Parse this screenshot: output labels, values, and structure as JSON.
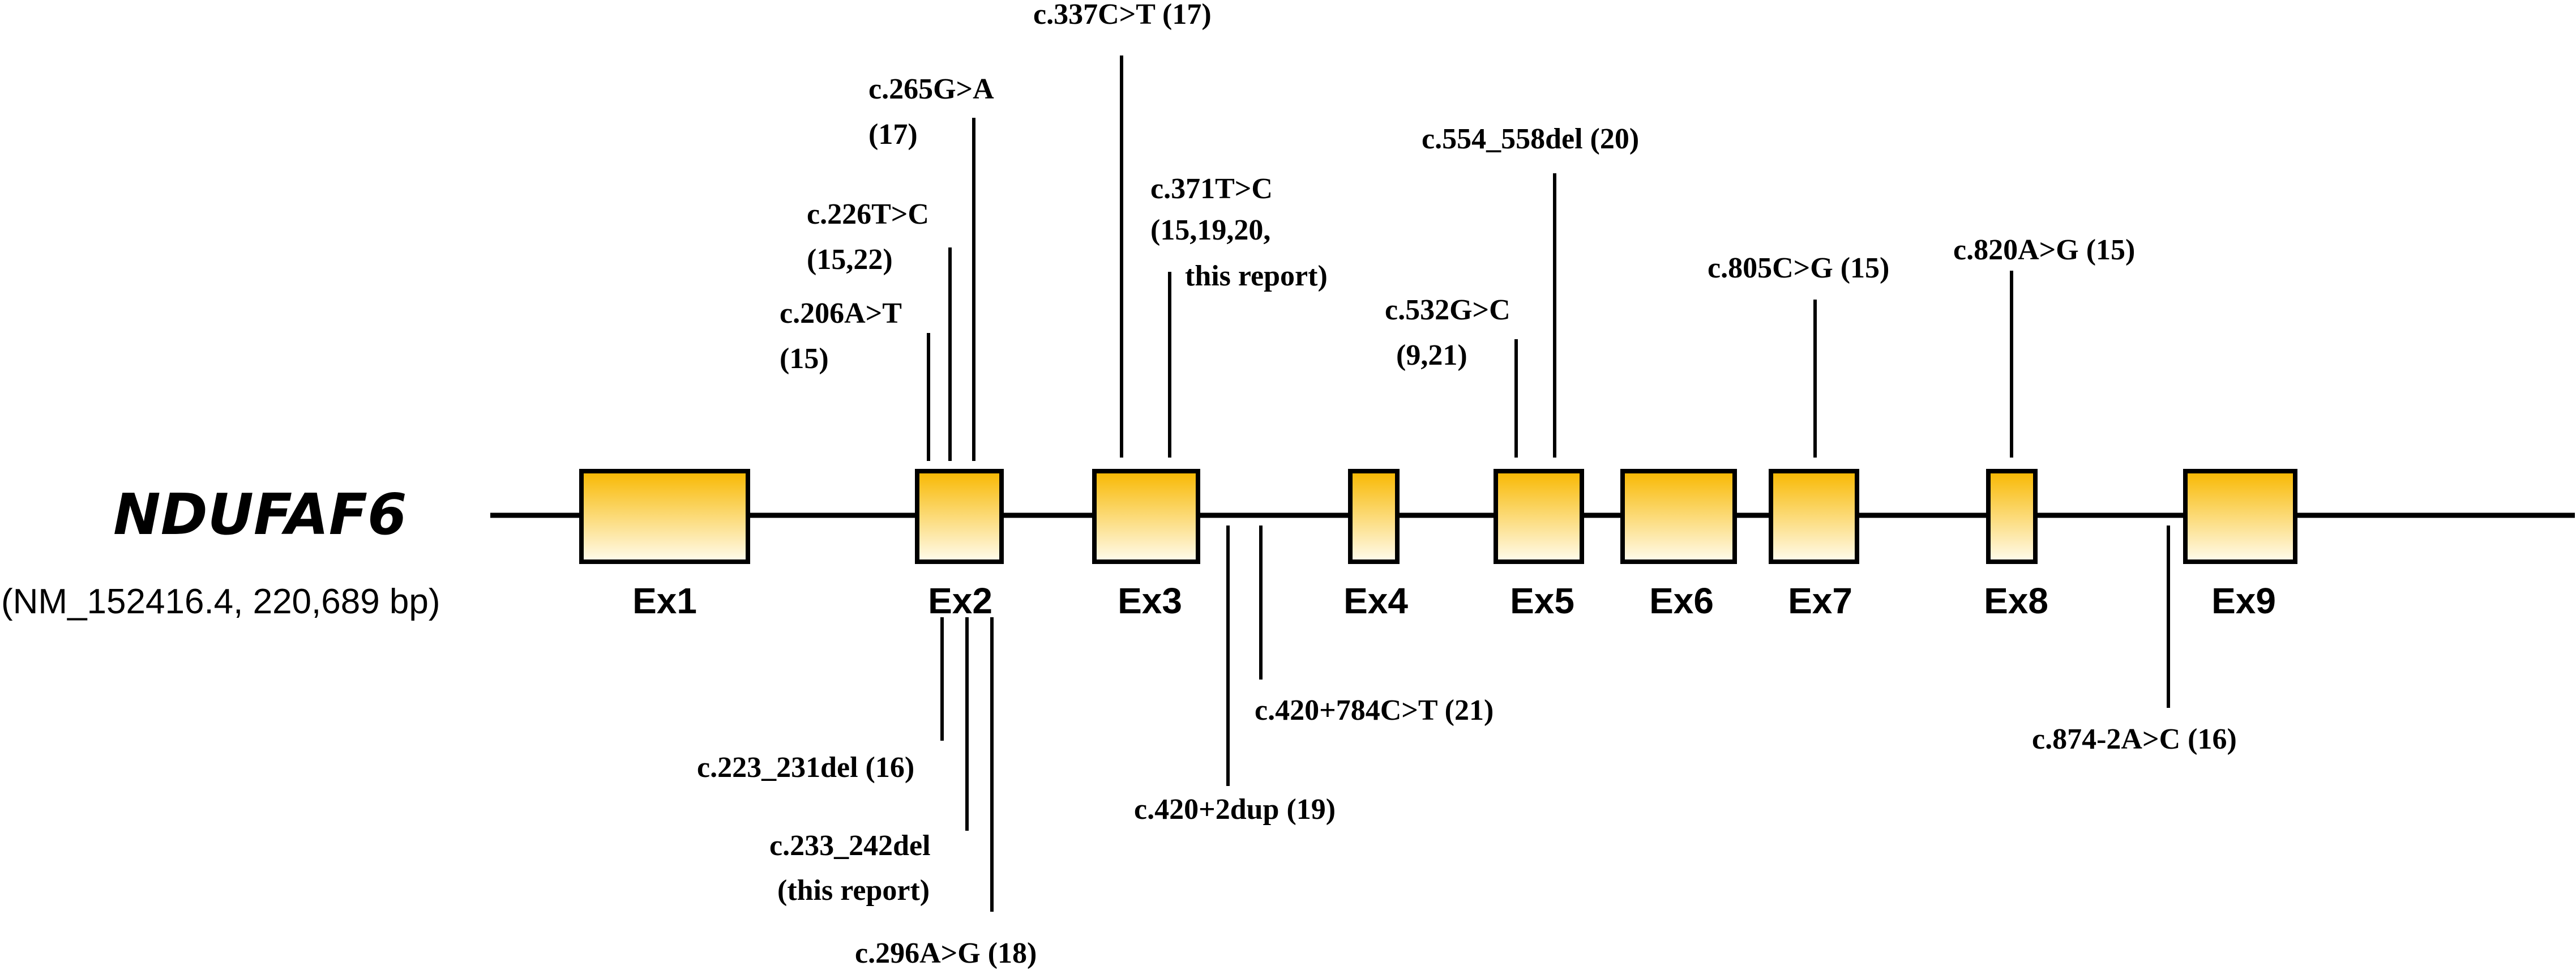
{
  "gene": {
    "name": "NDUFAF6",
    "accession": "(NM_152416.4, 220,689 bp)"
  },
  "exons": [
    "Ex1",
    "Ex2",
    "Ex3",
    "Ex4",
    "Ex5",
    "Ex6",
    "Ex7",
    "Ex8",
    "Ex9"
  ],
  "variants_above": [
    {
      "id": "v206",
      "lines": [
        "c.206A>T",
        "(15)"
      ]
    },
    {
      "id": "v226",
      "lines": [
        "c.226T>C",
        "(15,22)"
      ]
    },
    {
      "id": "v265",
      "lines": [
        "c.265G>A",
        "(17)"
      ]
    },
    {
      "id": "v337",
      "lines": [
        "c.337C>T (17)"
      ]
    },
    {
      "id": "v371",
      "lines": [
        "c.371T>C",
        "(15,19,20,",
        "this report)"
      ]
    },
    {
      "id": "v532",
      "lines": [
        "c.532G>C",
        "(9,21)"
      ]
    },
    {
      "id": "v554",
      "lines": [
        "c.554_558del (20)"
      ]
    },
    {
      "id": "v805",
      "lines": [
        "c.805C>G (15)"
      ]
    },
    {
      "id": "v820",
      "lines": [
        "c.820A>G (15)"
      ]
    }
  ],
  "variants_below": [
    {
      "id": "v223",
      "lines": [
        "c.223_231del (16)"
      ]
    },
    {
      "id": "v233",
      "lines": [
        "c.233_242del",
        "(this report)"
      ]
    },
    {
      "id": "v296",
      "lines": [
        "c.296A>G (18)"
      ]
    },
    {
      "id": "v420d",
      "lines": [
        "c.420+2dup (19)"
      ]
    },
    {
      "id": "v420c",
      "lines": [
        "c.420+784C>T (21)"
      ]
    },
    {
      "id": "v874",
      "lines": [
        "c.874-2A>C (16)"
      ]
    }
  ],
  "colors": {
    "exon_fill_top": "#F8B800",
    "exon_fill_bottom": "#FFFCEE",
    "stroke": "#000000"
  }
}
